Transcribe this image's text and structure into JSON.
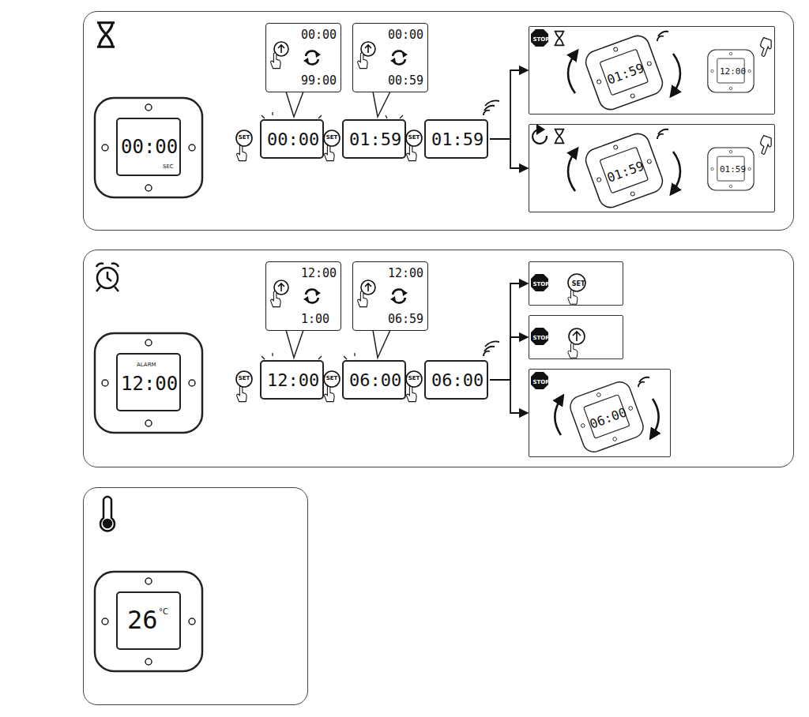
{
  "diagram": {
    "nodes": [
      {
        "text": [
          "00:00",
          "SEC"
        ]
      },
      {
        "text": [
          "00:00",
          "99:00"
        ],
        "in": 0
      },
      {
        "text": [
          "00:00",
          "00:59"
        ],
        "in": 0
      },
      {
        "text": [
          "00:00"
        ],
        "in": 0
      },
      {
        "text": [
          "01:59"
        ],
        "in": 0
      },
      {
        "text": [
          "01:59"
        ],
        "in": 0
      },
      {
        "text": [
          "STOP",
          "01:59",
          "12:00"
        ],
        "in": 0
      },
      {
        "text": [
          "01:59",
          "01:59"
        ],
        "in": 0
      },
      {
        "text": [
          "12:00",
          "ALARM"
        ]
      },
      {
        "text": [
          "12:00",
          "1:00"
        ],
        "in": 8
      },
      {
        "text": [
          "12:00",
          "06:59"
        ],
        "in": 8
      },
      {
        "text": [
          "12:00"
        ],
        "in": 8
      },
      {
        "text": [
          "06:00"
        ],
        "in": 8
      },
      {
        "text": [
          "06:00"
        ],
        "in": 8
      },
      {
        "text": [
          "STOP",
          "SET"
        ],
        "in": 8
      },
      {
        "text": [
          "STOP"
        ],
        "in": 8
      },
      {
        "text": [
          "STOP",
          "06:00"
        ],
        "in": 8
      },
      {
        "text": [
          "26",
          "°C"
        ]
      }
    ],
    "edges": [
      {
        "from": 5,
        "to": 6,
        "arrow": "to"
      },
      {
        "from": 5,
        "to": 7,
        "arrow": "to"
      },
      {
        "from": 13,
        "to": 14,
        "arrow": "to"
      },
      {
        "from": 13,
        "to": 15,
        "arrow": "to"
      },
      {
        "from": 13,
        "to": 16,
        "arrow": "to"
      }
    ],
    "labels": [
      "SET",
      "SET",
      "SET",
      "SET",
      "SET",
      "SET"
    ]
  }
}
